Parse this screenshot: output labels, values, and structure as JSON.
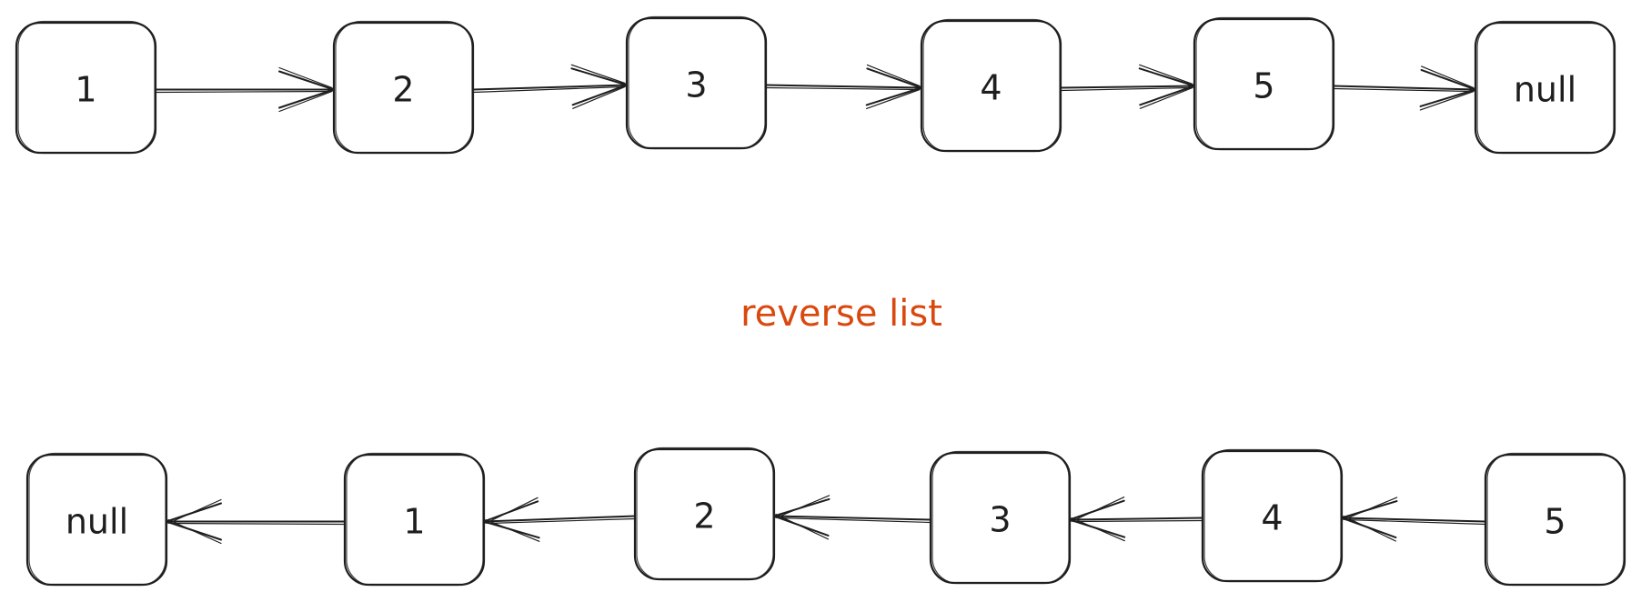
{
  "colors": {
    "stroke": "#1e1e1e",
    "caption": "#d9480f",
    "background": "#ffffff"
  },
  "top_list": {
    "nodes": [
      "1",
      "2",
      "3",
      "4",
      "5",
      "null"
    ],
    "direction": "right"
  },
  "caption": "reverse list",
  "bottom_list": {
    "nodes": [
      "null",
      "1",
      "2",
      "3",
      "4",
      "5"
    ],
    "direction": "left"
  }
}
